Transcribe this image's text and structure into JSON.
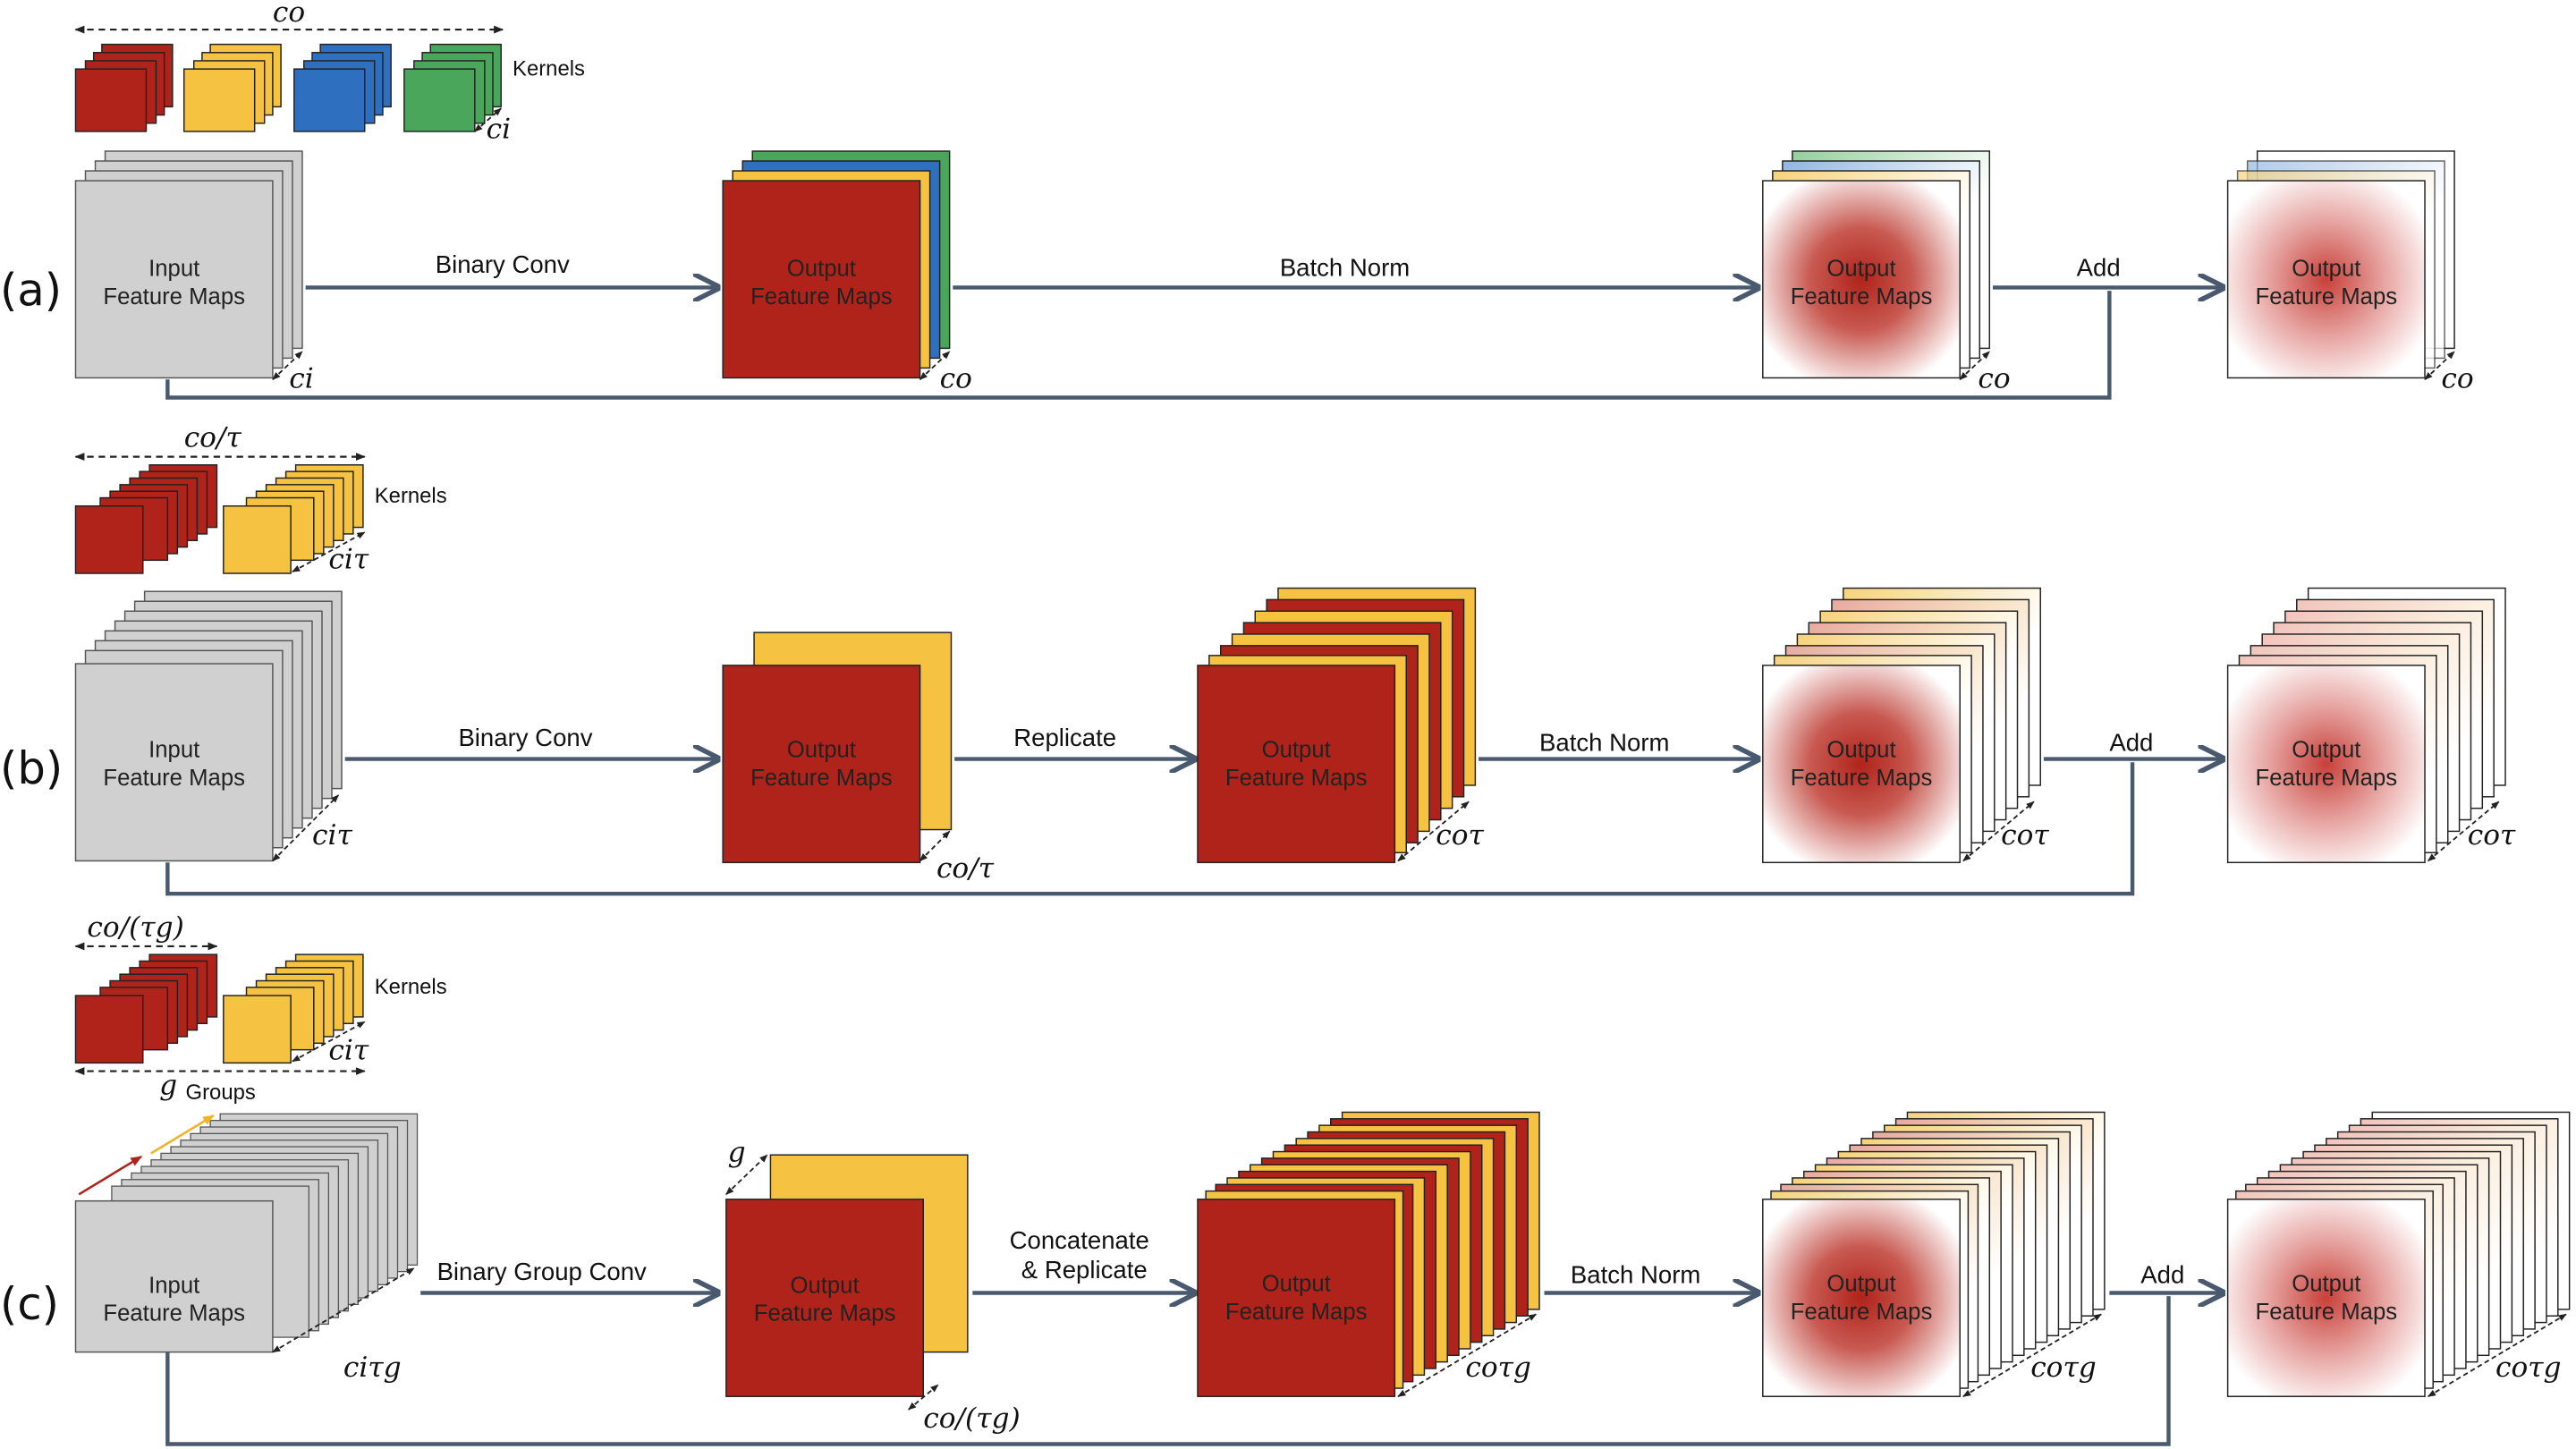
{
  "colors": {
    "red": "#b0231a",
    "yellow": "#f5c242",
    "blue": "#2f6fbf",
    "green": "#4aa65a",
    "gray": "#d0d0d0",
    "line": "#4a5a6e"
  },
  "legend": {
    "kernels": "Kernels",
    "groups": "Groups"
  },
  "box_labels": {
    "input_line1": "Input",
    "input_line2": "Feature Maps",
    "output_line1": "Output",
    "output_line2": "Feature Maps"
  },
  "rows": [
    {
      "id": "a",
      "label": "(a)",
      "kernel_width_symbol": "co",
      "kernel_depth_symbol": "ci",
      "ops": [
        "Binary Conv",
        "Batch Norm",
        "Add"
      ],
      "dims": [
        "ci",
        "co",
        "co",
        "co"
      ]
    },
    {
      "id": "b",
      "label": "(b)",
      "kernel_width_symbol": "co/τ",
      "kernel_depth_symbol": "ciτ",
      "ops": [
        "Binary Conv",
        "Replicate",
        "Batch Norm",
        "Add"
      ],
      "dims": [
        "ciτ",
        "co/τ",
        "coτ",
        "coτ",
        "coτ"
      ]
    },
    {
      "id": "c",
      "label": "(c)",
      "kernel_width_symbol": "co/(τg)",
      "kernel_depth_symbol": "ciτ",
      "group_symbol": "g",
      "ops": [
        "Binary Group Conv",
        "Concatenate",
        "& Replicate",
        "Batch Norm",
        "Add"
      ],
      "dims": [
        "ciτg",
        "g",
        "co/(τg)",
        "coτg",
        "coτg",
        "coτg"
      ]
    }
  ]
}
